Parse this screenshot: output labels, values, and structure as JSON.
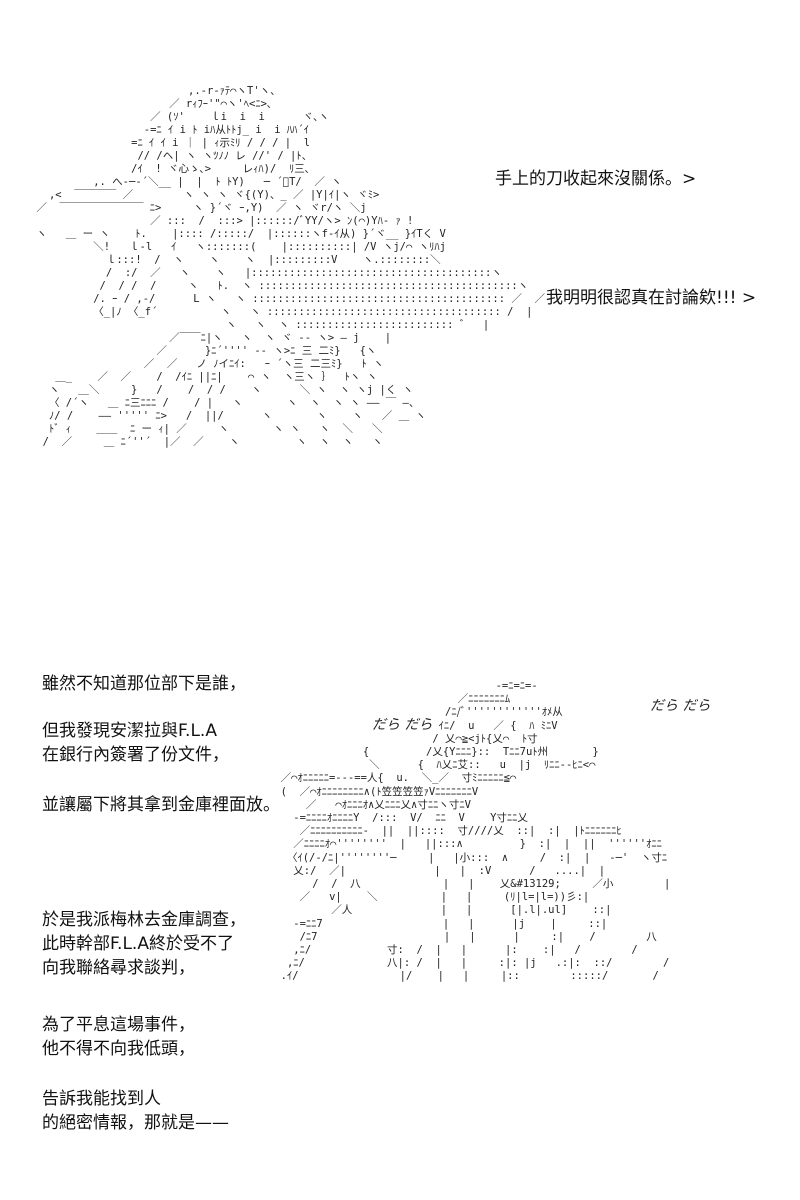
{
  "dialogue": {
    "line_1": "手上的刀收起來沒關係。>",
    "line_2": "我明明很認真在討論欸!!! >"
  },
  "narration": [
    "雖然不知道那位部下是誰，",
    "但我發現安潔拉與F.L.A\n在銀行內簽署了份文件，",
    "並讓屬下將其拿到金庫裡面放。",
    "於是我派梅林去金庫調查，\n此時幹部F.L.A終於受不了\n向我聯絡尋求談判，",
    "為了平息這場事件，\n他不得不向我低頭，",
    "告訴我能找到人\n的絕密情報，那就是——"
  ],
  "sound_effects": {
    "left": "だら だら",
    "right": "だら だら"
  },
  "art": {
    "top_figure": "                         ,.-r‐ｧﾃ⌒ヽT'ヽ、\n                      ／ rｨﾌｰ'\"⌒ヽ'ﾍ<ﾆ>､\n                   ／ (ｿ'    ｌi  i  i      ヾ､ヽ\n                  -=ﾆ ｲ i ﾄ iﾊ从ﾄﾄj_ i  i ﾊﾊ´ｲ\n                =ﾆ ｲ ｲ i ｜ | ｨ示ﾐﾘ / / / |  l\n                 // /ヘ| ヽ ヽﾂﾉﾉ レ //' / |ﾄ、\n                /ｲ  ! ヾ心ゝ､>     レｨﾊ)/  ﾘ三､\n          ,. へ‐─‐´＼__ |  |  ﾄ ﾄY)   ─ ´ﾞT/  ／ ヽ\n   ,<  ￣￣￣￣ ／        ヽ ヽ ヽ ヾ{(Y)、_ ／ |Y|ｲ|ヽ ヾﾐ>\n ／  ￣￣￣￣￣￣￣￣ ﾆ>     ヽ }´ヾ ｰ,Y)  ／ ヽ ヾr/ヽ ＼j\n                   ／ :::  /  :::> |::::::/ﾞYY/ヽ> ﾝ(⌒)Yﾊ- ｧ !\n ヽ   ＿ ー ヽ    ﾄ.    |:::: /:::::/  |::::::ヽf-ｲ从) }´ヾ__ }ｲTく V\n          ＼!   ｌ-l   ｲ   ヽ:::::::(    |::::::::::| /V ヽj/⌒ ヽﾘﾊj\n            ｌ:::!  /  ヽ    ヽ    ヽ  |:::::::::V    ヽ.::::::::＼\n            /  :/  ／   ヽ    ヽ   |::::::::::::::::::::::::::::::::::::::ヽ\n           /  / /  /     ヽ   ﾄ.  ヽ :::::::::::::::::::::::::::::::::::::::::ヽ\n          /. ｰ / ,-/      L ヽ   ヽ :::::::::::::::::::::::::::::::::::::::: ／  ／\n          〈_|ﾉ 〈_f´          ヽ   ヽ ::::::::::::::::::::::::::::::::::::: /  |\n                               ヽ   ヽ  ヽ ::::::::::::::::::::::::: ゛  |\n                      ／￣￣ﾆ|ヽ   ヽ  ヽ ヾ -- ヽ> ― j    |\n                    ／      }ﾆ´'''' -- ヽ>ﾆ 三 二ﾐ}   {ヽ\n                  ／  ／   ノ ﾉイﾆｲ:   ｰ ´ヽ三 二三ﾐ}   ﾄ ヽ\n    ＿_    ／  ／    /  /ｲﾆ ||ﾆ|    ⌒ ヽ  ヽ三ヽ ｝  ﾄヽ ヽ\n   ヽ   ＿＼     }   /    /  / /    ヽ      ＼ ヽ  ヽ ヽj |く ヽ\n   〈 /´ヽ   ＿ ﾆ三ﾆﾆﾆ /    / |   ヽ       ヽ  ヽ  ヽ ヽ ―― ￣ ―、\n   ﾉ/ /    ―― ''''' ﾆ>   /  ||/      ヽ       ヽ    ヽ   ／ ＿ ヽ\n   ﾄﾞ ｨ    ＿＿  ﾆ ー ｨ| ／     ヽ       ヽ ヽ   ヽ  ＼   ＼\n  /  ／     ＿ ﾆ´''´  |／  ／    ヽ         ヽ  ヽ  ヽ   ヽ",
    "bottom_figure": "                                    -=ﾆ=ﾆ=-\n                              ／ﾆﾆﾆﾆﾆﾆﾆﾑ\n                            /ﾆ/ﾞ''''''''''''ｵﾒ从\n                           ｲﾆ/  u   ／ {  ﾊ ﾐﾆV\n                          / 乂⌒≧<jﾄ{乂⌒  ﾄ寸\n               {         /乂{Yﾆﾆﾆ}::  Tﾆﾆ7uﾄ州       }\n                ＼      {  ﾊ乂ﾆ艾::   u  |j  ﾘﾆﾆ--ﾋﾆ<⌒\n  ／⌒ｵﾆﾆﾆﾆﾆ=---==人{  u.  ＼_／  寸ﾐﾆﾆﾆﾆﾆ≦⌒\n  (  ／⌒ｵﾆﾆﾆﾆﾆﾆﾆﾆ∧(ﾄ笠笠笠笠ｧVﾆﾆﾆﾆﾆﾆﾆV\n      ／   ⌒ｵﾆﾆﾆｵ∧乂ﾆﾆﾆ乂∧寸ﾆﾆヽ寸ﾆV\n    -=ﾆﾆﾆﾆｵﾆﾆﾆﾆY  /:::  V/  ﾆﾆ  V    Y寸ﾆﾆ乂\n     ／ﾆﾆﾆﾆﾆﾆﾆﾆﾆﾆ-  ||  ||::::  寸////乂  ::|  :|  |ﾄﾆﾆﾆﾆﾆﾆﾋ\n    ／ﾆﾆﾆﾆｵ⌒''''''''  |   ||:::∧         }  :|  |  ||  ''''''ｵﾆﾆ\n   〈ｲ(/-/ﾆ|''''''''─     |   |小:::  ∧     /  :|  |   ‐─'  ヽ寸ﾆ\n    乂:/  ／|              |   |  :V      /   ....|  |\n       /  /  八             |   |    乂&#13129;     ／小        |\n     ／   v|    ＼          |   |     (ﾘ|l=|l=))彡:|\n          ／人              |   |      [|.l|.ul]    ::|\n    -=ﾆﾆ7                   |   |      |j    |     ::|\n     /ﾆ7                    |   |      |     :|    /        八\n    ,ﾆ/            寸:  /  |   |      |:    :|   /        /\n   ,ﾆ/             八|: /  |   |     :|: |j   .:|:  ::/        /\n  .ｲ/                |/    |   |     |::        :::::/       /"
  }
}
